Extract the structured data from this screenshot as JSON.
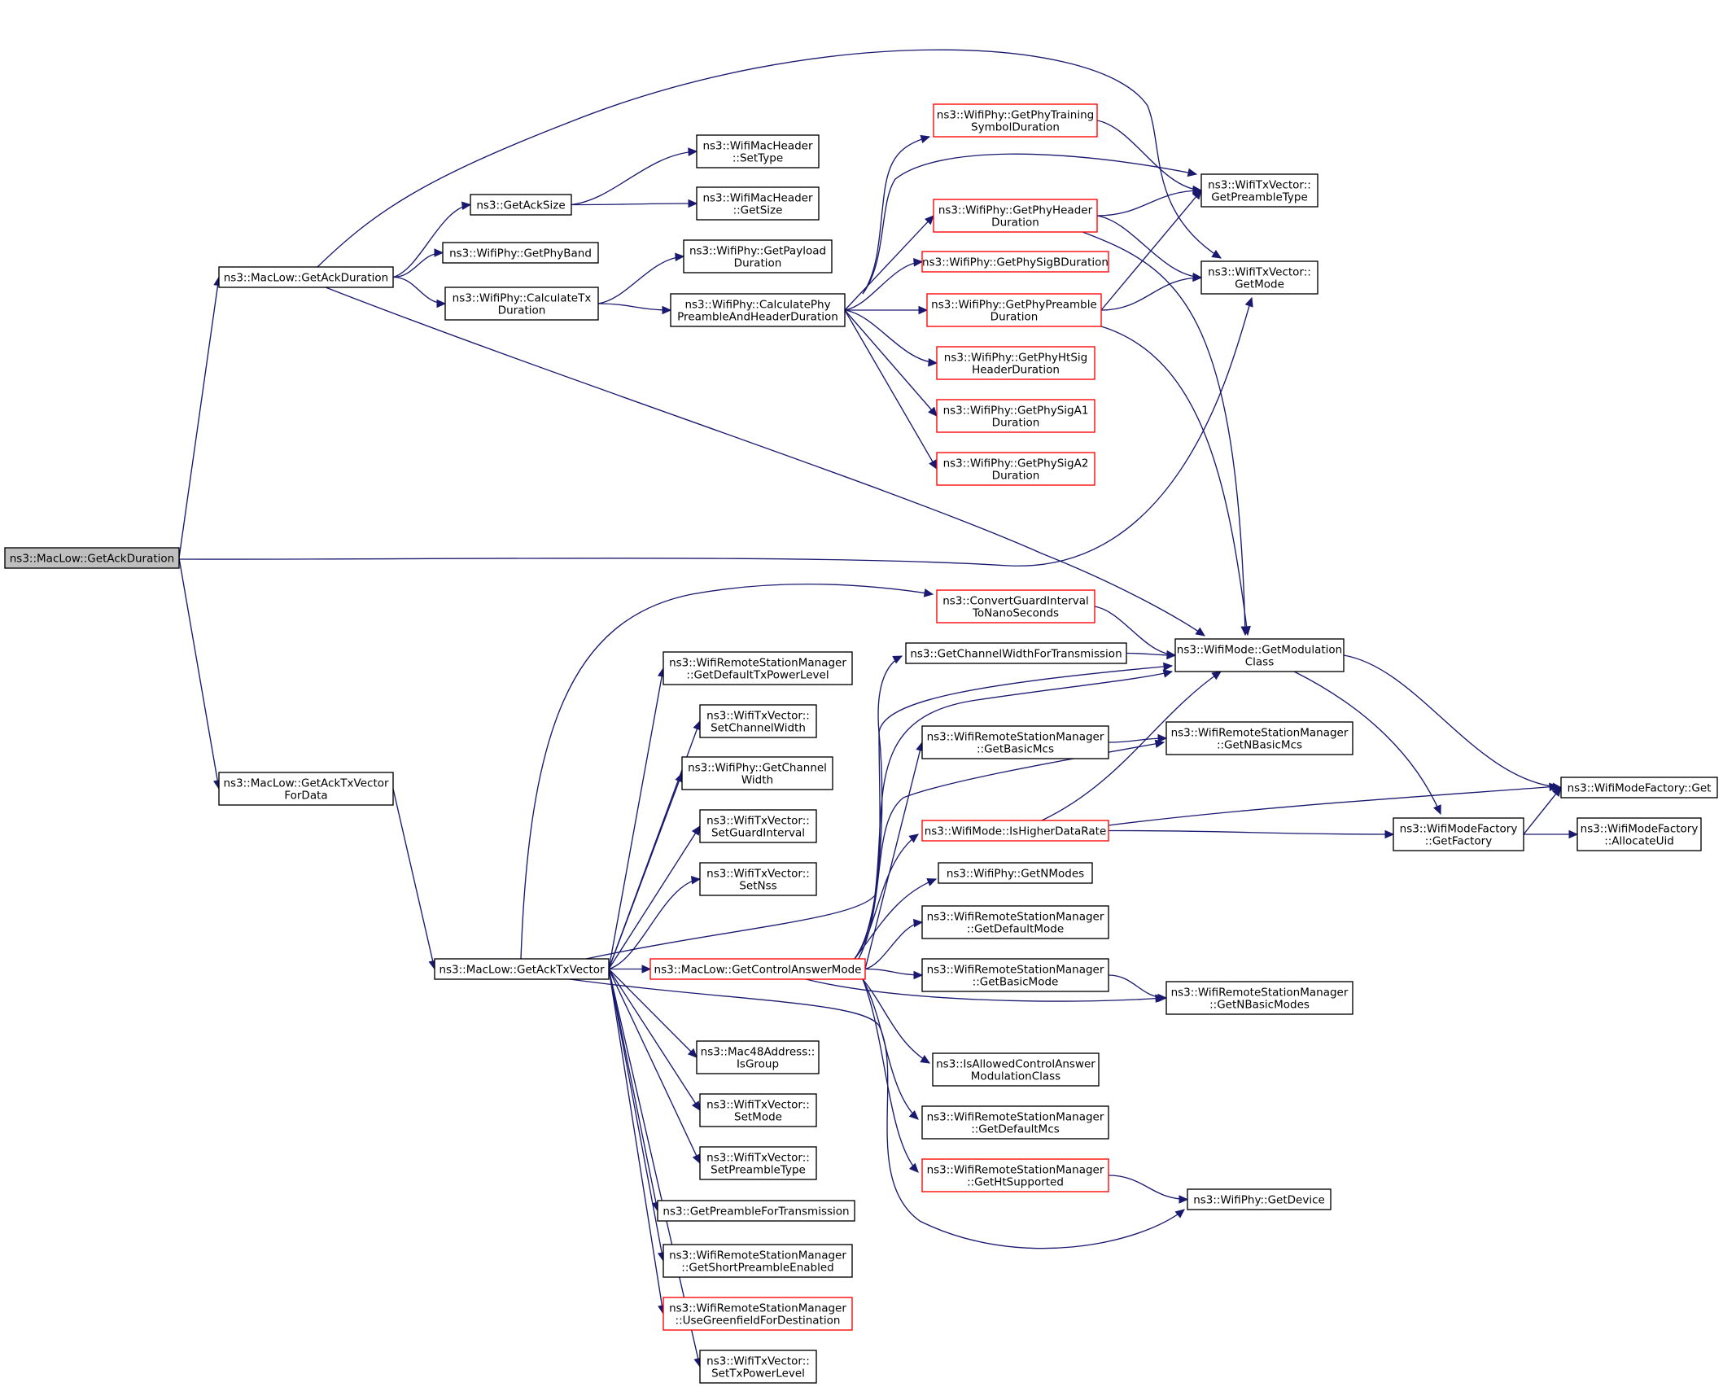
{
  "diagram": {
    "root": "ns3::MacLow::GetAckDuration",
    "nodes": [
      {
        "id": "root",
        "lines": [
          "ns3::MacLow::GetAckDuration"
        ],
        "style": "root"
      },
      {
        "id": "getAckDuration2",
        "lines": [
          "ns3::MacLow::GetAckDuration"
        ],
        "style": "normal"
      },
      {
        "id": "getAckTxVectorForData",
        "lines": [
          "ns3::MacLow::GetAckTxVector",
          "ForData"
        ],
        "style": "normal"
      },
      {
        "id": "getAckTxVector",
        "lines": [
          "ns3::MacLow::GetAckTxVector"
        ],
        "style": "normal"
      },
      {
        "id": "getAckSize",
        "lines": [
          "ns3::GetAckSize"
        ],
        "style": "normal"
      },
      {
        "id": "getPhyBand",
        "lines": [
          "ns3::WifiPhy::GetPhyBand"
        ],
        "style": "normal"
      },
      {
        "id": "calculateTxDuration",
        "lines": [
          "ns3::WifiPhy::CalculateTx",
          "Duration"
        ],
        "style": "normal"
      },
      {
        "id": "macHdrSetType",
        "lines": [
          "ns3::WifiMacHeader",
          "::SetType"
        ],
        "style": "normal"
      },
      {
        "id": "macHdrGetSize",
        "lines": [
          "ns3::WifiMacHeader",
          "::GetSize"
        ],
        "style": "normal"
      },
      {
        "id": "getPayloadDuration",
        "lines": [
          "ns3::WifiPhy::GetPayload",
          "Duration"
        ],
        "style": "normal"
      },
      {
        "id": "calcPhyPreamble",
        "lines": [
          "ns3::WifiPhy::CalculatePhy",
          "PreambleAndHeaderDuration"
        ],
        "style": "normal"
      },
      {
        "id": "getPhyTraining",
        "lines": [
          "ns3::WifiPhy::GetPhyTraining",
          "SymbolDuration"
        ],
        "style": "red"
      },
      {
        "id": "getPhyHeaderDuration",
        "lines": [
          "ns3::WifiPhy::GetPhyHeader",
          "Duration"
        ],
        "style": "red"
      },
      {
        "id": "getPhySigB",
        "lines": [
          "ns3::WifiPhy::GetPhySigBDuration"
        ],
        "style": "red"
      },
      {
        "id": "getPhyPreambleDuration",
        "lines": [
          "ns3::WifiPhy::GetPhyPreamble",
          "Duration"
        ],
        "style": "red"
      },
      {
        "id": "getPhyHtSig",
        "lines": [
          "ns3::WifiPhy::GetPhyHtSig",
          "HeaderDuration"
        ],
        "style": "red"
      },
      {
        "id": "getPhySigA1",
        "lines": [
          "ns3::WifiPhy::GetPhySigA1",
          "Duration"
        ],
        "style": "red"
      },
      {
        "id": "getPhySigA2",
        "lines": [
          "ns3::WifiPhy::GetPhySigA2",
          "Duration"
        ],
        "style": "red"
      },
      {
        "id": "txvGetPreambleType",
        "lines": [
          "ns3::WifiTxVector::",
          "GetPreambleType"
        ],
        "style": "normal"
      },
      {
        "id": "txvGetMode",
        "lines": [
          "ns3::WifiTxVector::",
          "GetMode"
        ],
        "style": "normal"
      },
      {
        "id": "convertGuardInterval",
        "lines": [
          "ns3::ConvertGuardInterval",
          "ToNanoSeconds"
        ],
        "style": "red"
      },
      {
        "id": "getModulationClass",
        "lines": [
          "ns3::WifiMode::GetModulation",
          "Class"
        ],
        "style": "normal"
      },
      {
        "id": "getDefaultTxPowerLevel",
        "lines": [
          "ns3::WifiRemoteStationManager",
          "::GetDefaultTxPowerLevel"
        ],
        "style": "normal"
      },
      {
        "id": "setChannelWidth",
        "lines": [
          "ns3::WifiTxVector::",
          "SetChannelWidth"
        ],
        "style": "normal"
      },
      {
        "id": "getChannelWidth",
        "lines": [
          "ns3::WifiPhy::GetChannel",
          "Width"
        ],
        "style": "normal"
      },
      {
        "id": "setGuardInterval",
        "lines": [
          "ns3::WifiTxVector::",
          "SetGuardInterval"
        ],
        "style": "normal"
      },
      {
        "id": "setNss",
        "lines": [
          "ns3::WifiTxVector::",
          "SetNss"
        ],
        "style": "normal"
      },
      {
        "id": "getControlAnswerMode",
        "lines": [
          "ns3::MacLow::GetControlAnswerMode"
        ],
        "style": "red"
      },
      {
        "id": "isGroup",
        "lines": [
          "ns3::Mac48Address::",
          "IsGroup"
        ],
        "style": "normal"
      },
      {
        "id": "setMode",
        "lines": [
          "ns3::WifiTxVector::",
          "SetMode"
        ],
        "style": "normal"
      },
      {
        "id": "setPreambleType",
        "lines": [
          "ns3::WifiTxVector::",
          "SetPreambleType"
        ],
        "style": "normal"
      },
      {
        "id": "getPreambleForTx",
        "lines": [
          "ns3::GetPreambleForTransmission"
        ],
        "style": "normal"
      },
      {
        "id": "getShortPreambleEnabled",
        "lines": [
          "ns3::WifiRemoteStationManager",
          "::GetShortPreambleEnabled"
        ],
        "style": "normal"
      },
      {
        "id": "useGreenfield",
        "lines": [
          "ns3::WifiRemoteStationManager",
          "::UseGreenfieldForDestination"
        ],
        "style": "red"
      },
      {
        "id": "setTxPowerLevel",
        "lines": [
          "ns3::WifiTxVector::",
          "SetTxPowerLevel"
        ],
        "style": "normal"
      },
      {
        "id": "getChannelWidthForTx",
        "lines": [
          "ns3::GetChannelWidthForTransmission"
        ],
        "style": "normal"
      },
      {
        "id": "getBasicMcs",
        "lines": [
          "ns3::WifiRemoteStationManager",
          "::GetBasicMcs"
        ],
        "style": "normal"
      },
      {
        "id": "isHigherDataRate",
        "lines": [
          "ns3::WifiMode::IsHigherDataRate"
        ],
        "style": "red"
      },
      {
        "id": "getNModes",
        "lines": [
          "ns3::WifiPhy::GetNModes"
        ],
        "style": "normal"
      },
      {
        "id": "getDefaultMode",
        "lines": [
          "ns3::WifiRemoteStationManager",
          "::GetDefaultMode"
        ],
        "style": "normal"
      },
      {
        "id": "getBasicMode",
        "lines": [
          "ns3::WifiRemoteStationManager",
          "::GetBasicMode"
        ],
        "style": "normal"
      },
      {
        "id": "isAllowedControlAnswer",
        "lines": [
          "ns3::IsAllowedControlAnswer",
          "ModulationClass"
        ],
        "style": "normal"
      },
      {
        "id": "getDefaultMcs",
        "lines": [
          "ns3::WifiRemoteStationManager",
          "::GetDefaultMcs"
        ],
        "style": "normal"
      },
      {
        "id": "getHtSupported",
        "lines": [
          "ns3::WifiRemoteStationManager",
          "::GetHtSupported"
        ],
        "style": "red"
      },
      {
        "id": "getNBasicMcs",
        "lines": [
          "ns3::WifiRemoteStationManager",
          "::GetNBasicMcs"
        ],
        "style": "normal"
      },
      {
        "id": "getNBasicModes",
        "lines": [
          "ns3::WifiRemoteStationManager",
          "::GetNBasicModes"
        ],
        "style": "normal"
      },
      {
        "id": "getDevice",
        "lines": [
          "ns3::WifiPhy::GetDevice"
        ],
        "style": "normal"
      },
      {
        "id": "modeFactoryGetFactory",
        "lines": [
          "ns3::WifiModeFactory",
          "::GetFactory"
        ],
        "style": "normal"
      },
      {
        "id": "modeFactoryGet",
        "lines": [
          "ns3::WifiModeFactory::Get"
        ],
        "style": "normal"
      },
      {
        "id": "allocateUid",
        "lines": [
          "ns3::WifiModeFactory",
          "::AllocateUid"
        ],
        "style": "normal"
      }
    ],
    "edges": [
      [
        "root",
        "getAckDuration2"
      ],
      [
        "root",
        "getAckTxVectorForData"
      ],
      [
        "root",
        "txvGetMode"
      ],
      [
        "getAckTxVectorForData",
        "getAckTxVector"
      ],
      [
        "getAckDuration2",
        "getAckSize"
      ],
      [
        "getAckDuration2",
        "getPhyBand"
      ],
      [
        "getAckDuration2",
        "calculateTxDuration"
      ],
      [
        "getAckDuration2",
        "txvGetMode"
      ],
      [
        "getAckDuration2",
        "getModulationClass"
      ],
      [
        "getAckSize",
        "macHdrSetType"
      ],
      [
        "getAckSize",
        "macHdrGetSize"
      ],
      [
        "calculateTxDuration",
        "getPayloadDuration"
      ],
      [
        "calculateTxDuration",
        "calcPhyPreamble"
      ],
      [
        "calcPhyPreamble",
        "getPhyTraining"
      ],
      [
        "calcPhyPreamble",
        "txvGetPreambleType"
      ],
      [
        "calcPhyPreamble",
        "getPhyHeaderDuration"
      ],
      [
        "calcPhyPreamble",
        "getPhySigB"
      ],
      [
        "calcPhyPreamble",
        "getPhyPreambleDuration"
      ],
      [
        "calcPhyPreamble",
        "getPhyHtSig"
      ],
      [
        "calcPhyPreamble",
        "getPhySigA1"
      ],
      [
        "calcPhyPreamble",
        "getPhySigA2"
      ],
      [
        "getPhyTraining",
        "txvGetPreambleType"
      ],
      [
        "getPhyHeaderDuration",
        "txvGetPreambleType"
      ],
      [
        "getPhyHeaderDuration",
        "txvGetMode"
      ],
      [
        "getPhyHeaderDuration",
        "getModulationClass"
      ],
      [
        "getPhyPreambleDuration",
        "txvGetPreambleType"
      ],
      [
        "getPhyPreambleDuration",
        "txvGetMode"
      ],
      [
        "getPhyPreambleDuration",
        "getModulationClass"
      ],
      [
        "getAckTxVector",
        "convertGuardInterval"
      ],
      [
        "getAckTxVector",
        "getDefaultTxPowerLevel"
      ],
      [
        "getAckTxVector",
        "setChannelWidth"
      ],
      [
        "getAckTxVector",
        "getChannelWidth"
      ],
      [
        "getAckTxVector",
        "setGuardInterval"
      ],
      [
        "getAckTxVector",
        "setNss"
      ],
      [
        "getAckTxVector",
        "getModulationClass"
      ],
      [
        "getAckTxVector",
        "getControlAnswerMode"
      ],
      [
        "getAckTxVector",
        "isGroup"
      ],
      [
        "getAckTxVector",
        "setMode"
      ],
      [
        "getAckTxVector",
        "setPreambleType"
      ],
      [
        "getAckTxVector",
        "getPreambleForTx"
      ],
      [
        "getAckTxVector",
        "getShortPreambleEnabled"
      ],
      [
        "getAckTxVector",
        "useGreenfield"
      ],
      [
        "getAckTxVector",
        "setTxPowerLevel"
      ],
      [
        "getAckTxVector",
        "getDevice"
      ],
      [
        "convertGuardInterval",
        "getModulationClass"
      ],
      [
        "getChannelWidthForTx",
        "getModulationClass"
      ],
      [
        "getControlAnswerMode",
        "getChannelWidthForTx"
      ],
      [
        "getControlAnswerMode",
        "getModulationClass"
      ],
      [
        "getControlAnswerMode",
        "getBasicMcs"
      ],
      [
        "getControlAnswerMode",
        "getNBasicMcs"
      ],
      [
        "getControlAnswerMode",
        "isHigherDataRate"
      ],
      [
        "getControlAnswerMode",
        "getNModes"
      ],
      [
        "getControlAnswerMode",
        "getDefaultMode"
      ],
      [
        "getControlAnswerMode",
        "getBasicMode"
      ],
      [
        "getControlAnswerMode",
        "getNBasicModes"
      ],
      [
        "getControlAnswerMode",
        "isAllowedControlAnswer"
      ],
      [
        "getControlAnswerMode",
        "getDefaultMcs"
      ],
      [
        "getControlAnswerMode",
        "getHtSupported"
      ],
      [
        "getBasicMcs",
        "getNBasicMcs"
      ],
      [
        "getBasicMode",
        "getNBasicModes"
      ],
      [
        "getHtSupported",
        "getDevice"
      ],
      [
        "isHigherDataRate",
        "getModulationClass"
      ],
      [
        "isHigherDataRate",
        "modeFactoryGetFactory"
      ],
      [
        "isHigherDataRate",
        "modeFactoryGet"
      ],
      [
        "getModulationClass",
        "modeFactoryGetFactory"
      ],
      [
        "getModulationClass",
        "modeFactoryGet"
      ],
      [
        "modeFactoryGetFactory",
        "modeFactoryGet"
      ],
      [
        "modeFactoryGetFactory",
        "allocateUid"
      ]
    ]
  },
  "colors": {
    "edge": "#191970",
    "node_border": "#000000",
    "node_border_red": "#ff0000",
    "root_fill": "#bfbfbf",
    "node_fill": "#ffffff"
  }
}
